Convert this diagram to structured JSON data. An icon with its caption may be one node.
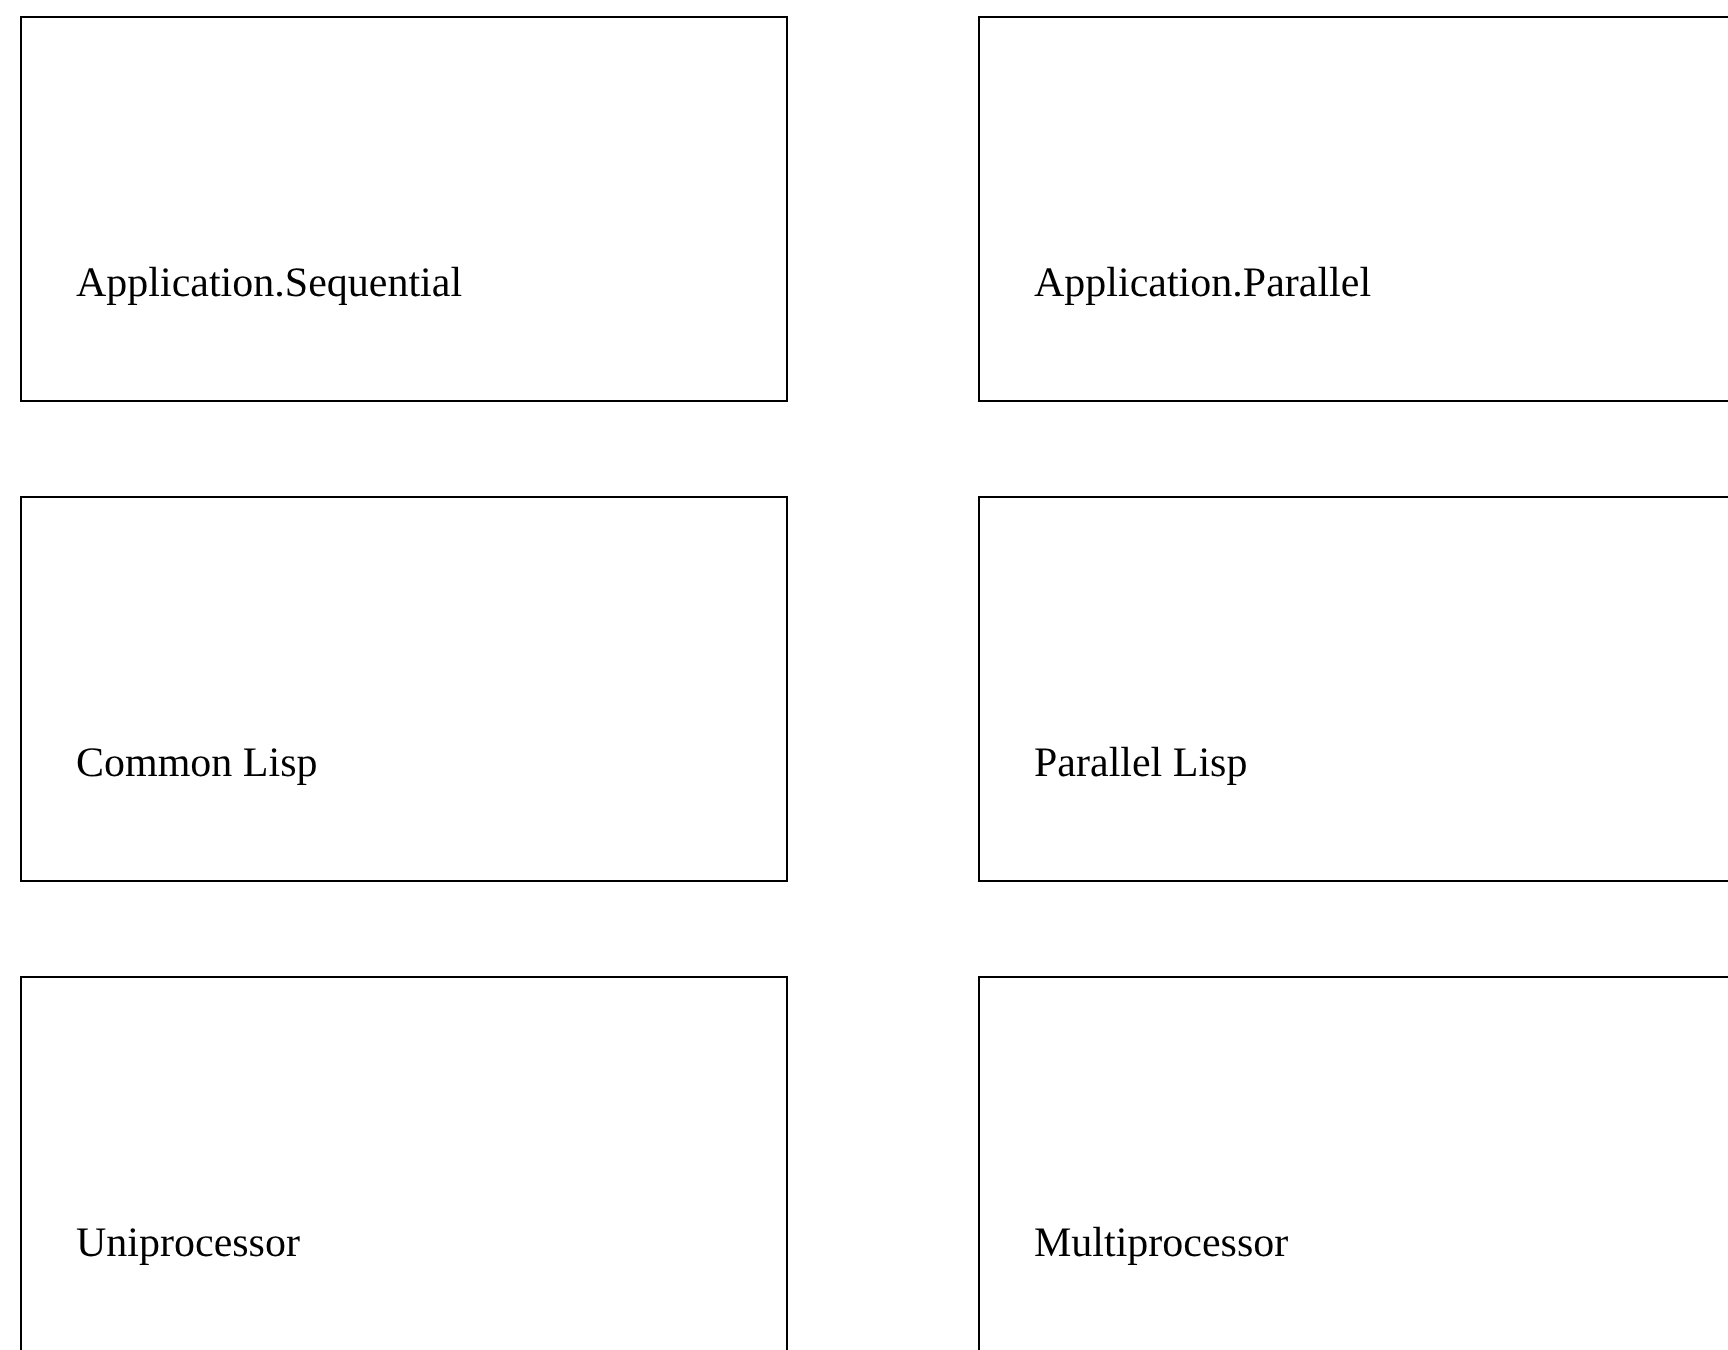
{
  "diagram": {
    "nodes": [
      {
        "text": [
          "Application.Sequential"
        ]
      },
      {
        "text": [
          "Application.Parallel"
        ]
      },
      {
        "text": [
          "Common Lisp"
        ]
      },
      {
        "text": [
          "Parallel Lisp"
        ]
      },
      {
        "text": [
          "Uniprocessor"
        ]
      },
      {
        "text": [
          "Multiprocessor"
        ]
      }
    ]
  }
}
